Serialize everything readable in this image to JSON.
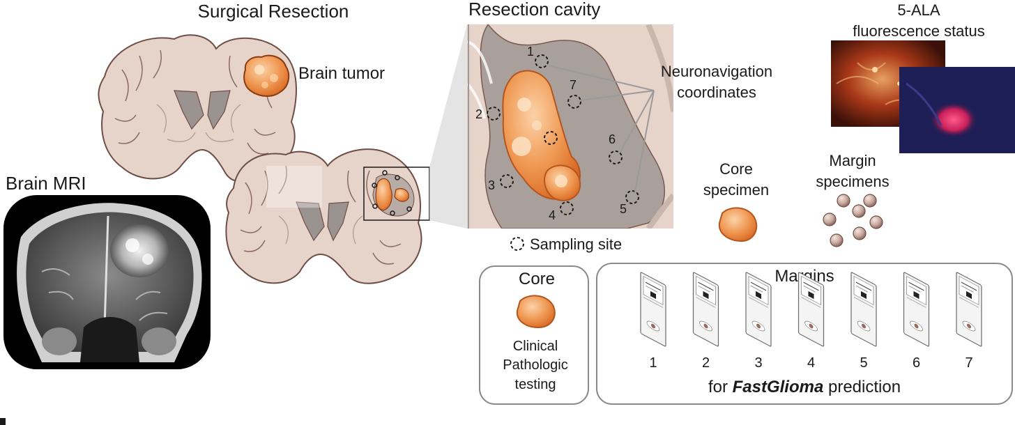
{
  "labels": {
    "surgical_resection": "Surgical Resection",
    "brain_tumor": "Brain tumor",
    "brain_mri": "Brain MRI",
    "resection_cavity": "Resection cavity",
    "neuronavigation_line1": "Neuronavigation",
    "neuronavigation_line2": "coordinates",
    "fluorescence_line1": "5-ALA",
    "fluorescence_line2": "fluorescence status",
    "core_specimen_line1": "Core",
    "core_specimen_line2": "specimen",
    "margin_specimens_line1": "Margin",
    "margin_specimens_line2": "specimens",
    "sampling_site": "Sampling site"
  },
  "sites": [
    "1",
    "2",
    "3",
    "4",
    "5",
    "6",
    "7"
  ],
  "core_box": {
    "title": "Core",
    "line1": "Clinical",
    "line2": "Pathologic",
    "line3": "testing"
  },
  "margins_box": {
    "title": "Margins",
    "slide_numbers": [
      "1",
      "2",
      "3",
      "4",
      "5",
      "6",
      "7"
    ],
    "footer_prefix": "for ",
    "footer_emphasis": "FastGlioma",
    "footer_suffix": " prediction"
  },
  "colors": {
    "tumor": "#e8823a",
    "tumor_light": "#f6b57a",
    "brain": "#e6d3c9",
    "brain_dark": "#7a5a50",
    "cavity": "#a9a09c",
    "box_border": "#8a8a8a"
  }
}
